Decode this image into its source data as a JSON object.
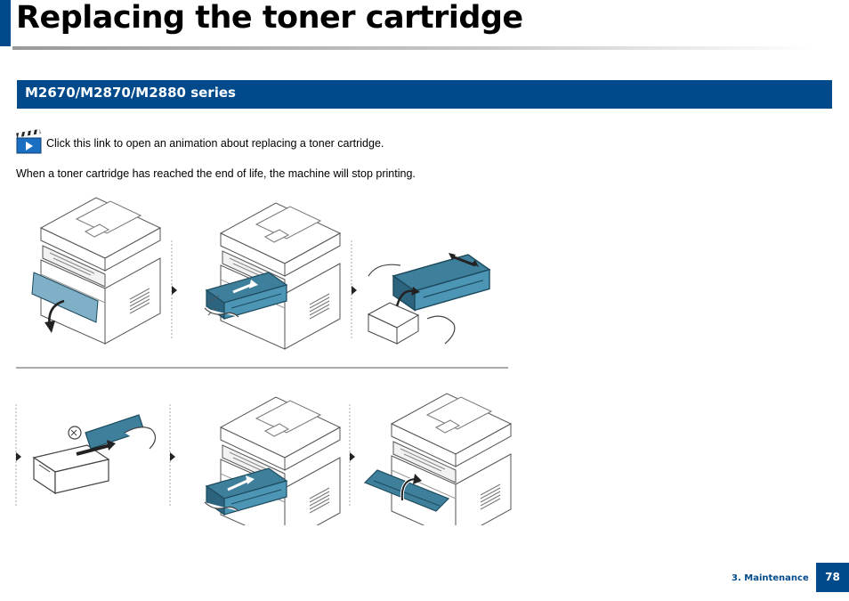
{
  "page": {
    "title": "Replacing the toner cartridge",
    "section_heading": "M2670/M2870/M2880 series",
    "animation_link_text": "Click this link to open an animation about replacing a toner cartridge.",
    "body_text": "When a toner cartridge has reached the end of life, the machine will stop printing.",
    "footer_label": "3. Maintenance",
    "page_number": "78"
  },
  "icons": {
    "animation": "video-clapperboard-icon",
    "step_arrow": "step-arrow-icon"
  },
  "colors": {
    "brand_blue": "#004a8c",
    "toner_teal": "#3e7f9c"
  }
}
